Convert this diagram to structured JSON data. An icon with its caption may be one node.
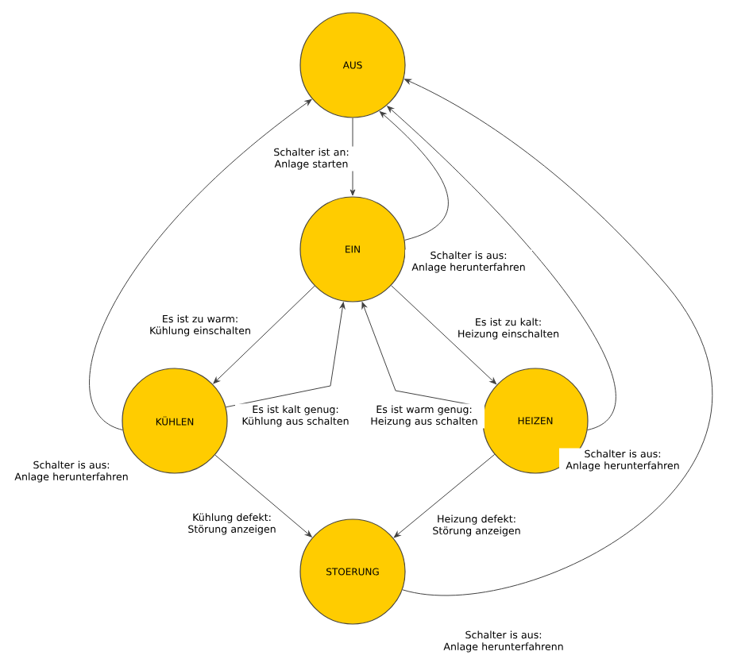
{
  "diagram": {
    "nodes": [
      {
        "text": [
          "AUS"
        ]
      },
      {
        "text": [
          "EIN"
        ]
      },
      {
        "text": [
          "KÜHLEN"
        ]
      },
      {
        "text": [
          "HEIZEN"
        ]
      },
      {
        "text": [
          "STOERUNG"
        ]
      }
    ],
    "edges": [
      {
        "from": 0,
        "to": 1,
        "arrow": "to",
        "label": "Schalter ist an: Anlage starten"
      },
      {
        "from": 1,
        "to": 0,
        "arrow": "to",
        "label": "Schalter is aus: Anlage herunterfahren"
      },
      {
        "from": 1,
        "to": 2,
        "arrow": "to",
        "label": "Es ist zu warm: Kühlung einschalten"
      },
      {
        "from": 2,
        "to": 1,
        "arrow": "to",
        "label": "Es ist kalt genug: Kühlung aus schalten"
      },
      {
        "from": 1,
        "to": 3,
        "arrow": "to",
        "label": "Es ist zu kalt: Heizung einschalten"
      },
      {
        "from": 3,
        "to": 1,
        "arrow": "to",
        "label": "Es ist warm genug: Heizung aus schalten"
      },
      {
        "from": 2,
        "to": 0,
        "arrow": "to",
        "label": "Schalter is aus: Anlage herunterfahren"
      },
      {
        "from": 3,
        "to": 0,
        "arrow": "to",
        "label": "Schalter is aus: Anlage herunterfahren"
      },
      {
        "from": 2,
        "to": 4,
        "arrow": "to",
        "label": "Kühlung defekt: Störung anzeigen"
      },
      {
        "from": 3,
        "to": 4,
        "arrow": "to",
        "label": "Heizung defekt: Störung anzeigen"
      },
      {
        "from": 4,
        "to": 0,
        "arrow": "to",
        "label": "Schalter is aus: Anlage herunterfahrenn"
      }
    ]
  }
}
